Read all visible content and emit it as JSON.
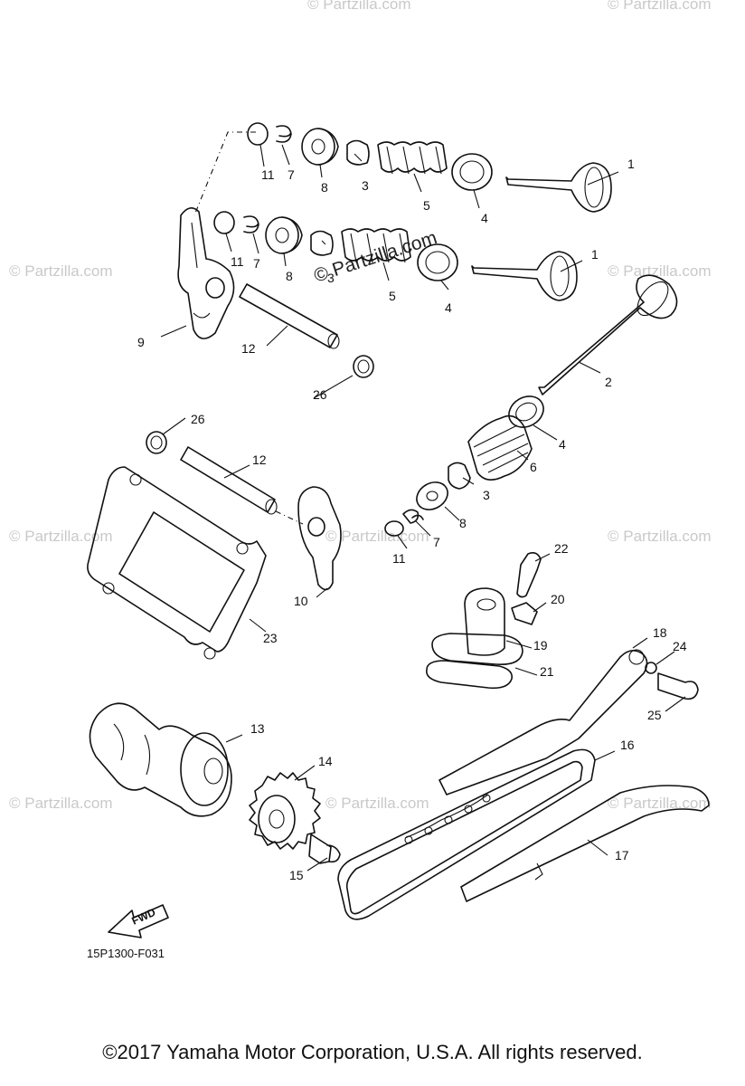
{
  "watermark": "© Partzilla.com",
  "figure_code": "15P1300-F031",
  "fwd_label": "FWD",
  "copyright": "©2017  Yamaha Motor Corporation, U.S.A. All rights reserved.",
  "callouts": {
    "c1a": "1",
    "c1b": "1",
    "c2": "2",
    "c3a": "3",
    "c3b": "3",
    "c3c": "3",
    "c4a": "4",
    "c4b": "4",
    "c4c": "4",
    "c5a": "5",
    "c5b": "5",
    "c6": "6",
    "c7a": "7",
    "c7b": "7",
    "c7c": "7",
    "c8a": "8",
    "c8b": "8",
    "c8c": "8",
    "c9": "9",
    "c10": "10",
    "c11a": "11",
    "c11b": "11",
    "c11c": "11",
    "c12a": "12",
    "c12b": "12",
    "c13": "13",
    "c14": "14",
    "c15": "15",
    "c16": "16",
    "c17": "17",
    "c18": "18",
    "c19": "19",
    "c20": "20",
    "c21": "21",
    "c22": "22",
    "c23": "23",
    "c24": "24",
    "c25": "25",
    "c26a": "26",
    "c26b": "26"
  }
}
